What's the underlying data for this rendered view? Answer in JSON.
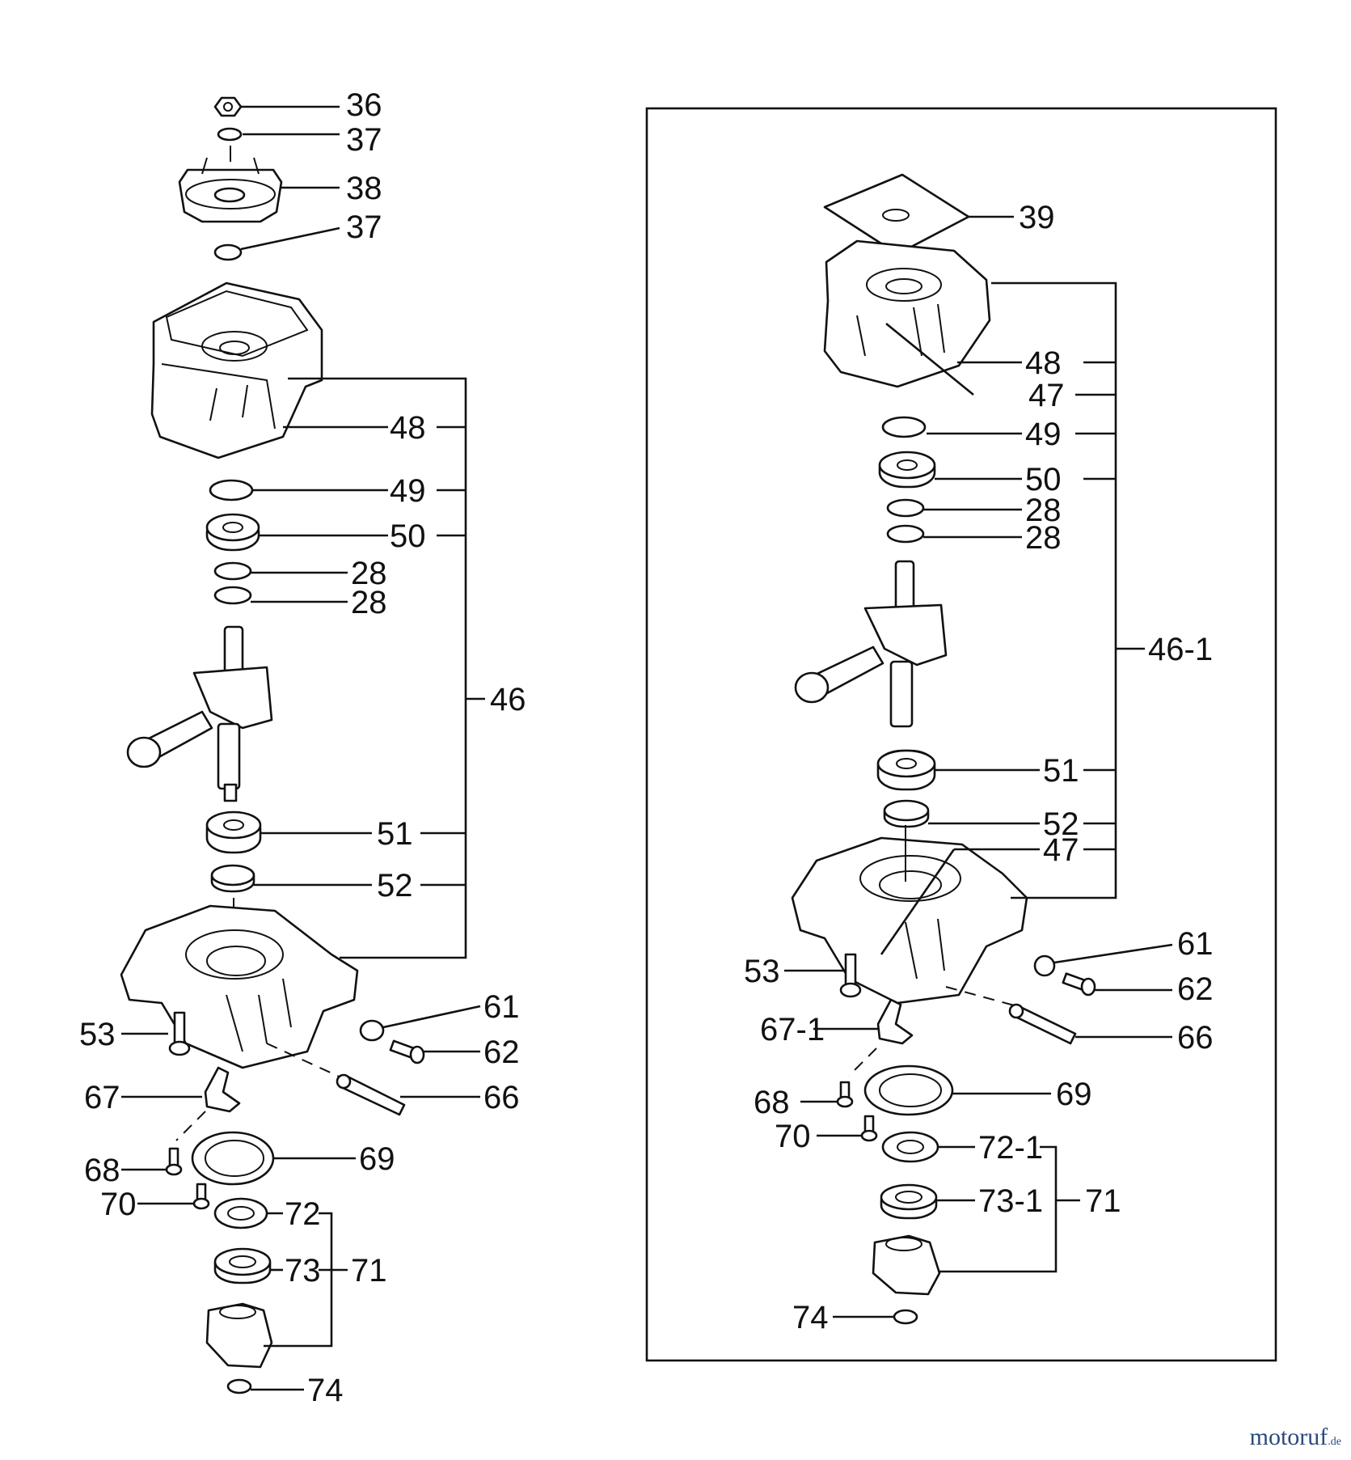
{
  "left_group": {
    "labels": {
      "p36": "36",
      "p37a": "37",
      "p38": "38",
      "p37b": "37",
      "p48": "48",
      "p49": "49",
      "p50": "50",
      "p28a": "28",
      "p28b": "28",
      "p46": "46",
      "p51": "51",
      "p52": "52",
      "p61": "61",
      "p53": "53",
      "p62": "62",
      "p67": "67",
      "p66": "66",
      "p68": "68",
      "p69": "69",
      "p70": "70",
      "p72": "72",
      "p73": "73",
      "p71": "71",
      "p74": "74"
    }
  },
  "right_group": {
    "labels": {
      "p39": "39",
      "p48": "48",
      "p47a": "47",
      "p49": "49",
      "p50": "50",
      "p28a": "28",
      "p28b": "28",
      "p46_1": "46-1",
      "p51": "51",
      "p52": "52",
      "p47b": "47",
      "p61": "61",
      "p53": "53",
      "p62": "62",
      "p67_1": "67-1",
      "p66": "66",
      "p68": "68",
      "p69": "69",
      "p70": "70",
      "p72_1": "72-1",
      "p73_1": "73-1",
      "p71": "71",
      "p74": "74"
    }
  },
  "watermark": {
    "brand": "motoruf",
    "suffix": ".de",
    "color": "#2b4a7e"
  }
}
